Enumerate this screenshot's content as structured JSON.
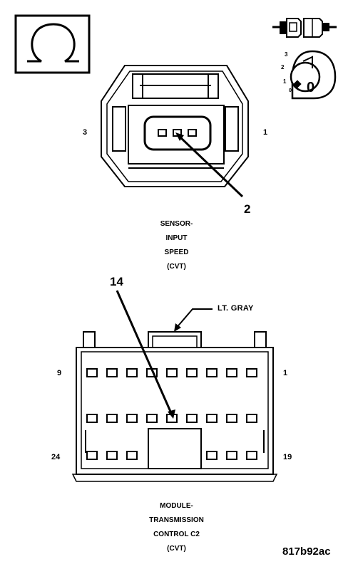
{
  "ohm_icon": {
    "icon": "ohm-icon",
    "symbol": "Ω"
  },
  "ignition": {
    "positions": [
      "3",
      "2",
      "1",
      "0"
    ],
    "key_label": "0",
    "icon": "ignition-key-icon"
  },
  "connector_icon": {
    "icon": "connector-disconnect-icon"
  },
  "sensor": {
    "pin_left": "3",
    "pin_right": "1",
    "callout": "2",
    "label_lines": [
      "SENSOR-",
      "INPUT",
      "SPEED",
      "(CVT)"
    ]
  },
  "module": {
    "callout": "14",
    "wire_color_note": "LT. GRAY",
    "pin_top_left": "9",
    "pin_top_right": "1",
    "pin_bottom_left": "24",
    "pin_bottom_right": "19",
    "label_lines": [
      "MODULE-",
      "TRANSMISSION",
      "CONTROL C2",
      "(CVT)"
    ]
  },
  "figure_id": "817b92ac"
}
